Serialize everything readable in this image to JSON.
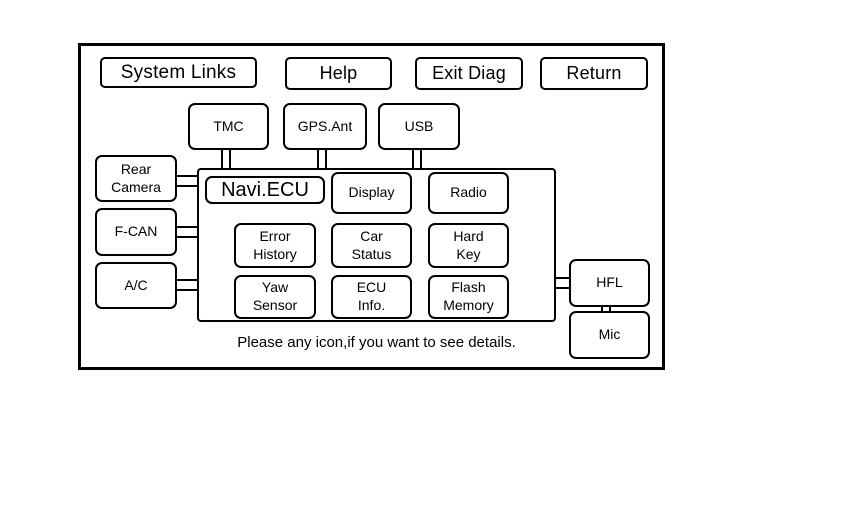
{
  "colors": {
    "ink": "#000000",
    "background": "#ffffff"
  },
  "header": {
    "title": "System Links",
    "buttons": {
      "help": "Help",
      "exit_diag": "Exit Diag",
      "return": "Return"
    }
  },
  "nodes": {
    "top": [
      {
        "label": "TMC"
      },
      {
        "label": "GPS.Ant"
      },
      {
        "label": "USB"
      }
    ],
    "left": [
      {
        "label": "Rear\nCamera"
      },
      {
        "label": "F-CAN"
      },
      {
        "label": "A/C"
      }
    ],
    "right": [
      {
        "label": "HFL"
      },
      {
        "label": "Mic"
      }
    ]
  },
  "ecu_panel": {
    "title": "Navi.ECU",
    "cells": [
      {
        "label": "Display"
      },
      {
        "label": "Radio"
      },
      {
        "label": "Error\nHistory"
      },
      {
        "label": "Car\nStatus"
      },
      {
        "label": "Hard\nKey"
      },
      {
        "label": "Yaw\nSensor"
      },
      {
        "label": "ECU\nInfo."
      },
      {
        "label": "Flash\nMemory"
      }
    ]
  },
  "footer": {
    "note": "Please any icon,if you want to see details."
  }
}
